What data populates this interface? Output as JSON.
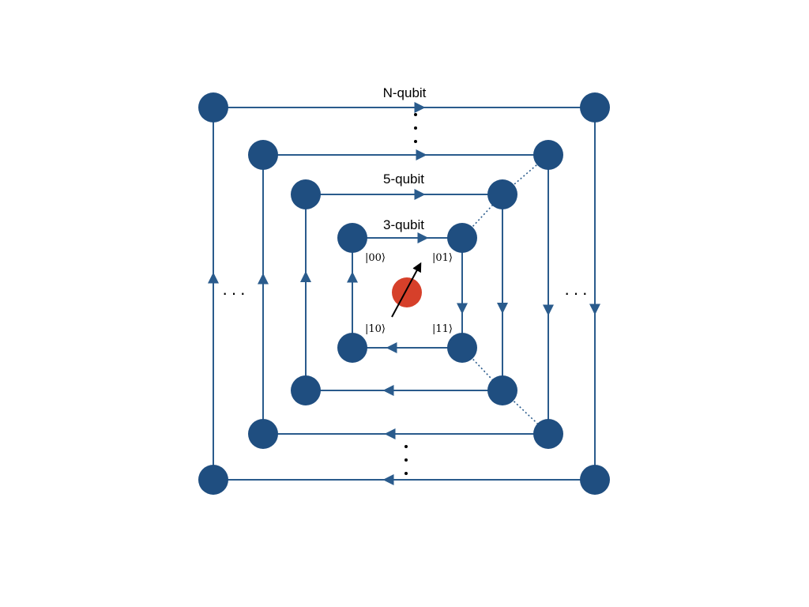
{
  "colors": {
    "node": "#1f4e80",
    "edge": "#2a5b8c",
    "center": "#d6402a",
    "arrow": "#000000"
  },
  "labels": {
    "n_qubit": "N-qubit",
    "five_qubit": "5-qubit",
    "three_qubit": "3-qubit"
  },
  "states": {
    "s00": "|00⟩",
    "s01": "|01⟩",
    "s10": "|10⟩",
    "s11": "|11⟩"
  },
  "ellipsis": {
    "left": "···",
    "right": "···"
  }
}
